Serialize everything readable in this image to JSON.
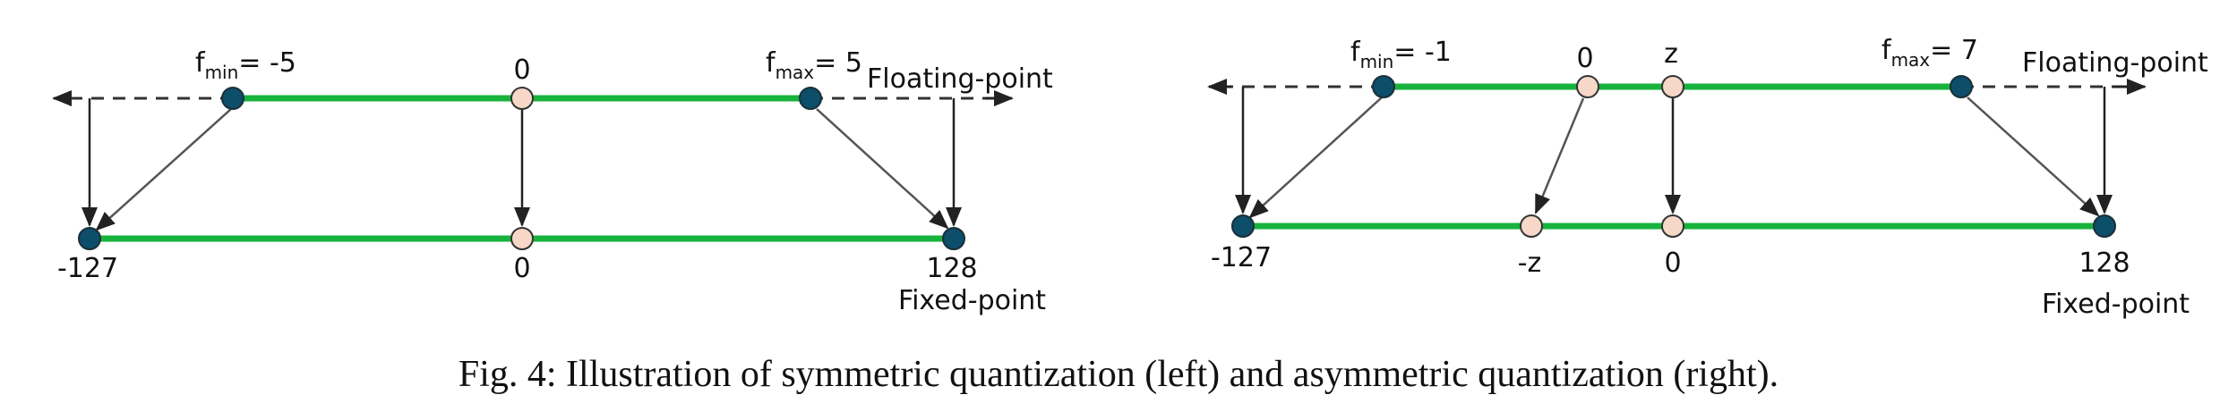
{
  "colors": {
    "range_line": "#17b33d",
    "endpoint_dot": "#0d4e6a",
    "zero_dot": "#f6d7c8",
    "dot_outline": "#333333",
    "arrow": "#222222",
    "dashed": "#333333"
  },
  "left": {
    "fmin_label": {
      "main": "f",
      "sub": "min",
      "rest": "= -5"
    },
    "zero_float_label": "0",
    "fmax_label": {
      "main": "f",
      "sub": "max",
      "rest": "= 5"
    },
    "float_axis_label": "Floating-point",
    "fixed_min_label": "-127",
    "fixed_zero_label": "0",
    "fixed_max_label": "128",
    "fixed_axis_label": "Fixed-point"
  },
  "right": {
    "fmin_label": {
      "main": "f",
      "sub": "min",
      "rest": "= -1"
    },
    "zero_float_label": "0",
    "z_label": "z",
    "fmax_label": {
      "main": "f",
      "sub": "max",
      "rest": "= 7"
    },
    "float_axis_label": "Floating-point",
    "fixed_min_label": "-127",
    "neg_z_label": "-z",
    "fixed_zero_label": "0",
    "fixed_max_label": "128",
    "fixed_axis_label": "Fixed-point"
  },
  "caption": "Fig. 4: Illustration of symmetric quantization (left) and asymmetric quantization (right)."
}
